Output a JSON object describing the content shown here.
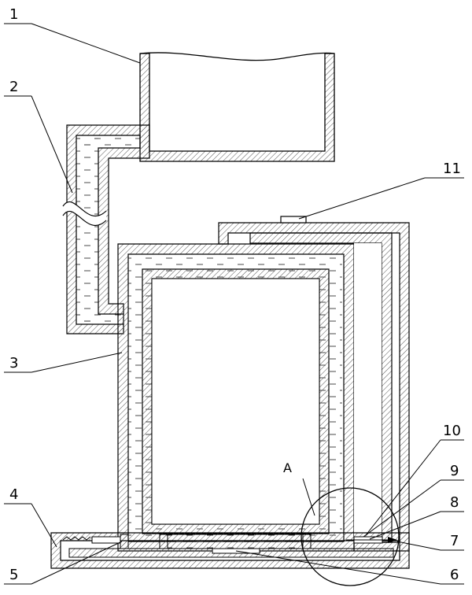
{
  "callouts": [
    {
      "id": "c1",
      "label": "1"
    },
    {
      "id": "c2",
      "label": "2"
    },
    {
      "id": "c3",
      "label": "3"
    },
    {
      "id": "c4",
      "label": "4"
    },
    {
      "id": "c5",
      "label": "5"
    },
    {
      "id": "c6",
      "label": "6"
    },
    {
      "id": "c7",
      "label": "7"
    },
    {
      "id": "c8",
      "label": "8"
    },
    {
      "id": "c9",
      "label": "9"
    },
    {
      "id": "c10",
      "label": "10"
    },
    {
      "id": "c11",
      "label": "11"
    }
  ],
  "detail_label": "A",
  "colors": {
    "line": "#000000",
    "hatch": "#555555",
    "background": "#ffffff"
  }
}
